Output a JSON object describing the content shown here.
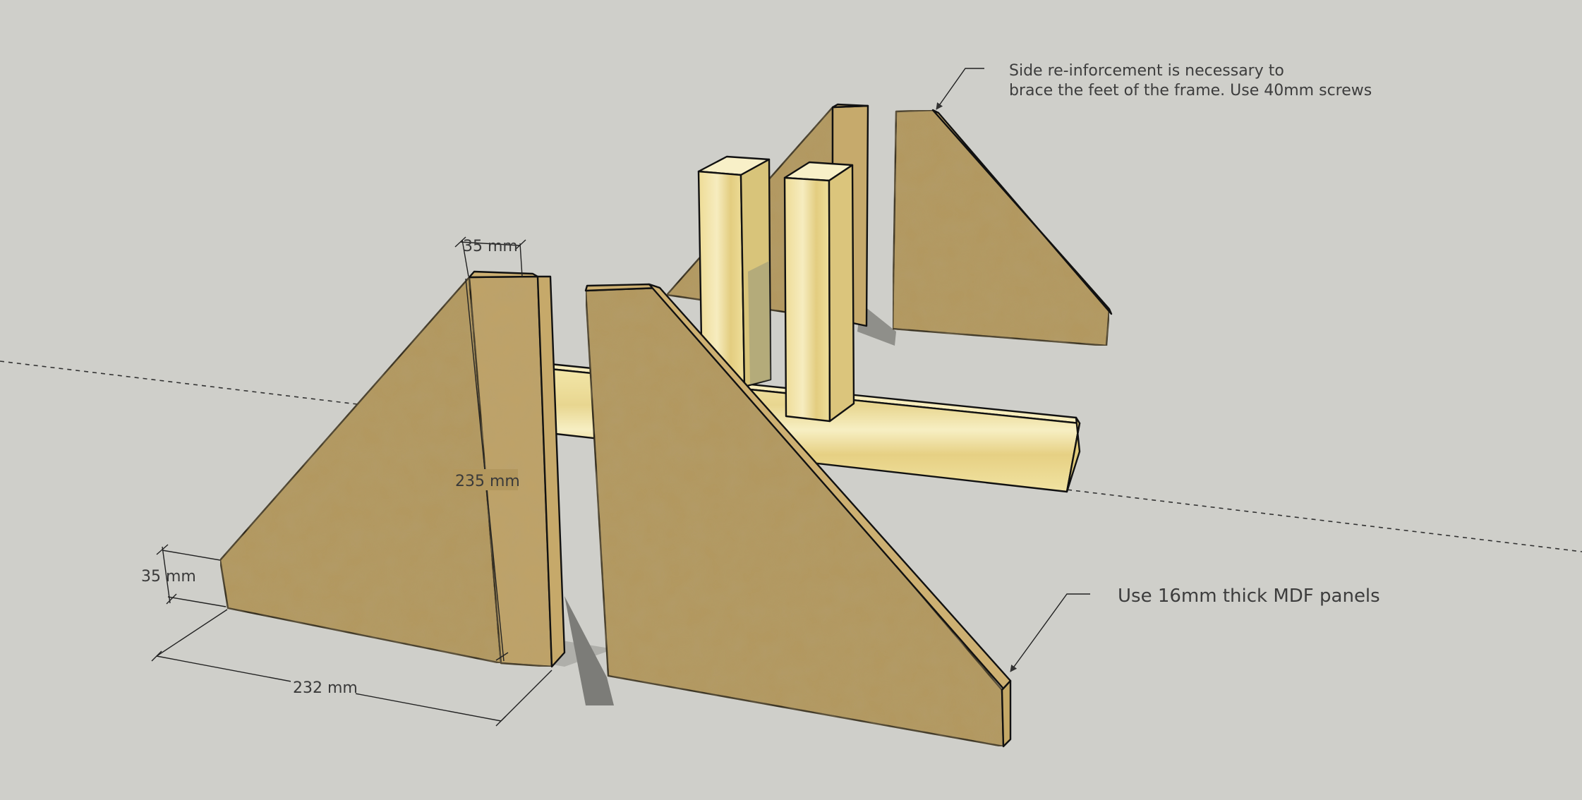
{
  "dimensions": {
    "top_width": "35 mm",
    "height": "235 mm",
    "side_thickness": "35 mm",
    "base_length": "232 mm"
  },
  "notes": {
    "reinforcement_line1": "Side re-inforcement is necessary to",
    "reinforcement_line2": "brace the feet of the frame. Use 40mm screws",
    "mdf": "Use 16mm thick MDF panels"
  },
  "colors": {
    "background": "#cfcfca",
    "mdf_face": "#b3985e",
    "mdf_edge": "#cdb072",
    "pine_face": "#efe2a0",
    "pine_side": "#e0cc7e",
    "shadow": "#8a8a86"
  }
}
